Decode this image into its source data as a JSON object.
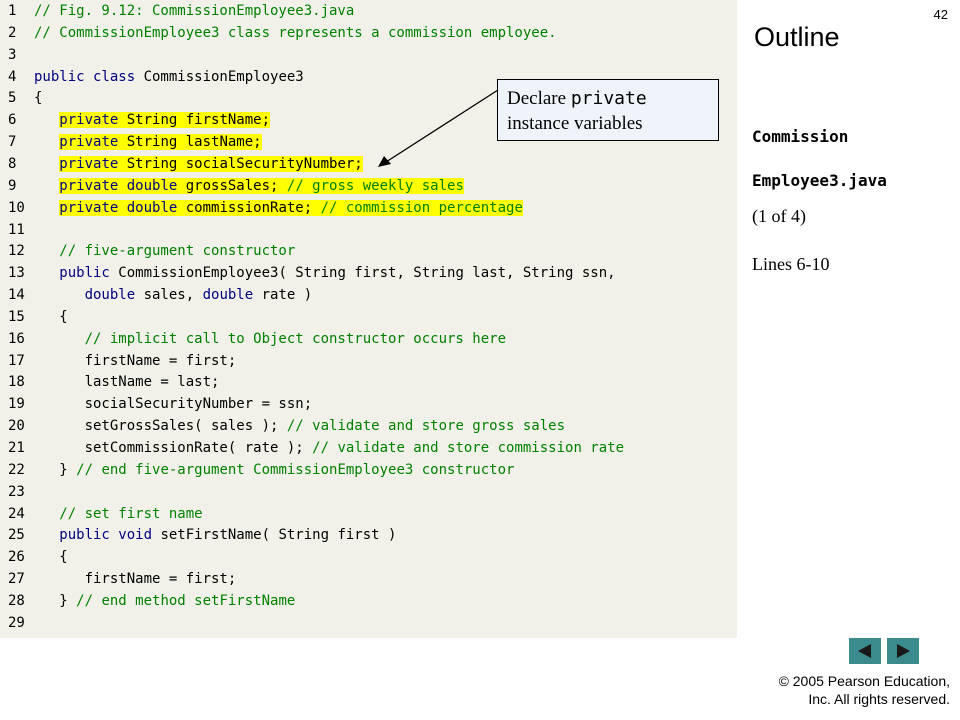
{
  "page_number": "42",
  "outline": {
    "title": "Outline",
    "file_line1": "Commission",
    "file_line2": "Employee3.java",
    "part": "(1 of 4)",
    "lines": "Lines 6-10"
  },
  "callout": {
    "word1": "Declare ",
    "word_mono": "private",
    "line2": "instance variables"
  },
  "copyright": {
    "line1": "© 2005 Pearson Education,",
    "line2": "Inc.  All rights reserved."
  },
  "navigation": {
    "prev_icon": "left-triangle-icon",
    "next_icon": "right-triangle-icon",
    "button_color": "#3b8a8c"
  },
  "colors": {
    "code_background": "#f1f1e9",
    "keyword": "#00007f",
    "comment": "#008000",
    "highlight": "#ffff00"
  },
  "code": [
    {
      "n": "1",
      "hl": false,
      "tokens": [
        {
          "t": "// Fig. 9.12: CommissionEmployee3.java",
          "c": "cm"
        }
      ]
    },
    {
      "n": "2",
      "hl": false,
      "tokens": [
        {
          "t": "// CommissionEmployee3 class represents a commission employee.",
          "c": "cm"
        }
      ]
    },
    {
      "n": "3",
      "hl": false,
      "tokens": []
    },
    {
      "n": "4",
      "hl": false,
      "tokens": [
        {
          "t": "public class ",
          "c": "kw"
        },
        {
          "t": "CommissionEmployee3",
          "c": "pl"
        }
      ]
    },
    {
      "n": "5",
      "hl": false,
      "tokens": [
        {
          "t": "{",
          "c": "pl"
        }
      ]
    },
    {
      "n": "6",
      "hl": true,
      "tokens": [
        {
          "t": "   private ",
          "c": "kw"
        },
        {
          "t": "String firstName;",
          "c": "pl"
        }
      ]
    },
    {
      "n": "7",
      "hl": true,
      "tokens": [
        {
          "t": "   private ",
          "c": "kw"
        },
        {
          "t": "String lastName;",
          "c": "pl"
        }
      ]
    },
    {
      "n": "8",
      "hl": true,
      "tokens": [
        {
          "t": "   private ",
          "c": "kw"
        },
        {
          "t": "String socialSecurityNumber;",
          "c": "pl"
        }
      ]
    },
    {
      "n": "9",
      "hl": true,
      "tokens": [
        {
          "t": "   private double ",
          "c": "kw"
        },
        {
          "t": "grossSales; ",
          "c": "pl"
        },
        {
          "t": "// gross weekly sales",
          "c": "cm"
        }
      ]
    },
    {
      "n": "10",
      "hl": true,
      "tokens": [
        {
          "t": "   private double ",
          "c": "kw"
        },
        {
          "t": "commissionRate; ",
          "c": "pl"
        },
        {
          "t": "// commission percentage",
          "c": "cm"
        }
      ]
    },
    {
      "n": "11",
      "hl": false,
      "tokens": []
    },
    {
      "n": "12",
      "hl": false,
      "tokens": [
        {
          "t": "   // five-argument constructor",
          "c": "cm"
        }
      ]
    },
    {
      "n": "13",
      "hl": false,
      "tokens": [
        {
          "t": "   public ",
          "c": "kw"
        },
        {
          "t": "CommissionEmployee3( String first, String last, String ssn,",
          "c": "pl"
        }
      ]
    },
    {
      "n": "14",
      "hl": false,
      "tokens": [
        {
          "t": "      double ",
          "c": "kw"
        },
        {
          "t": "sales, ",
          "c": "pl"
        },
        {
          "t": "double ",
          "c": "kw"
        },
        {
          "t": "rate )",
          "c": "pl"
        }
      ]
    },
    {
      "n": "15",
      "hl": false,
      "tokens": [
        {
          "t": "   {",
          "c": "pl"
        }
      ]
    },
    {
      "n": "16",
      "hl": false,
      "tokens": [
        {
          "t": "      // implicit call to Object constructor occurs here",
          "c": "cm"
        }
      ]
    },
    {
      "n": "17",
      "hl": false,
      "tokens": [
        {
          "t": "      firstName = first;",
          "c": "pl"
        }
      ]
    },
    {
      "n": "18",
      "hl": false,
      "tokens": [
        {
          "t": "      lastName = last;",
          "c": "pl"
        }
      ]
    },
    {
      "n": "19",
      "hl": false,
      "tokens": [
        {
          "t": "      socialSecurityNumber = ssn;",
          "c": "pl"
        }
      ]
    },
    {
      "n": "20",
      "hl": false,
      "tokens": [
        {
          "t": "      setGrossSales( sales ); ",
          "c": "pl"
        },
        {
          "t": "// validate and store gross sales",
          "c": "cm"
        }
      ]
    },
    {
      "n": "21",
      "hl": false,
      "tokens": [
        {
          "t": "      setCommissionRate( rate ); ",
          "c": "pl"
        },
        {
          "t": "// validate and store commission rate",
          "c": "cm"
        }
      ]
    },
    {
      "n": "22",
      "hl": false,
      "tokens": [
        {
          "t": "   } ",
          "c": "pl"
        },
        {
          "t": "// end five-argument CommissionEmployee3 constructor",
          "c": "cm"
        }
      ]
    },
    {
      "n": "23",
      "hl": false,
      "tokens": []
    },
    {
      "n": "24",
      "hl": false,
      "tokens": [
        {
          "t": "   // set first name",
          "c": "cm"
        }
      ]
    },
    {
      "n": "25",
      "hl": false,
      "tokens": [
        {
          "t": "   public void ",
          "c": "kw"
        },
        {
          "t": "setFirstName( String first )",
          "c": "pl"
        }
      ]
    },
    {
      "n": "26",
      "hl": false,
      "tokens": [
        {
          "t": "   {",
          "c": "pl"
        }
      ]
    },
    {
      "n": "27",
      "hl": false,
      "tokens": [
        {
          "t": "      firstName = first;",
          "c": "pl"
        }
      ]
    },
    {
      "n": "28",
      "hl": false,
      "tokens": [
        {
          "t": "   } ",
          "c": "pl"
        },
        {
          "t": "// end method setFirstName",
          "c": "cm"
        }
      ]
    },
    {
      "n": "29",
      "hl": false,
      "tokens": []
    }
  ]
}
